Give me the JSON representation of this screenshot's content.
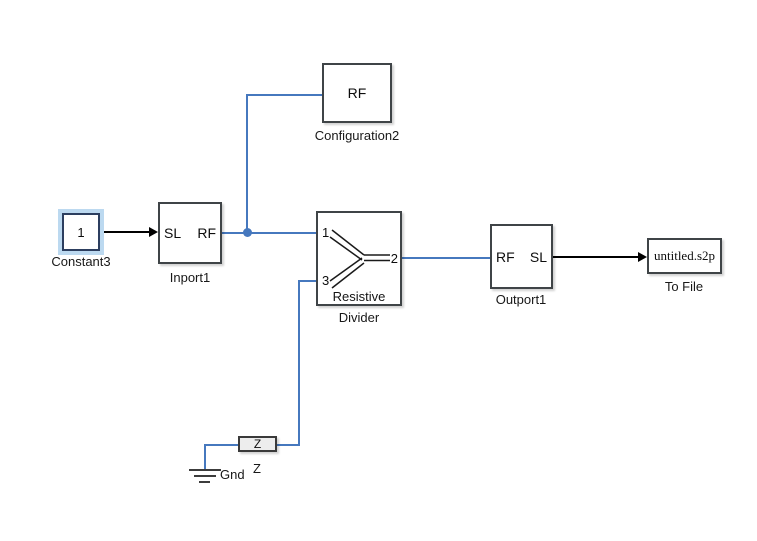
{
  "colors": {
    "wire_rf": "#4678be",
    "wire_signal": "#000000",
    "block_border": "#3f4447",
    "selection_halo": "#bcd9f0"
  },
  "blocks": {
    "constant3": {
      "label": "Constant3",
      "value": "1",
      "selected": true
    },
    "inport1": {
      "label": "Inport1",
      "port_left": "SL",
      "port_right": "RF"
    },
    "configuration2": {
      "label": "Configuration2",
      "port": "RF"
    },
    "divider": {
      "label": "Divider",
      "inner_label": "Resistive",
      "port1": "1",
      "port2": "2",
      "port3": "3"
    },
    "outport1": {
      "label": "Outport1",
      "port_left": "RF",
      "port_right": "SL"
    },
    "to_file": {
      "label": "To File",
      "filename": "untitled.s2p"
    },
    "impedance": {
      "label": "Z",
      "text": "Z"
    },
    "ground": {
      "label": "Gnd"
    }
  }
}
